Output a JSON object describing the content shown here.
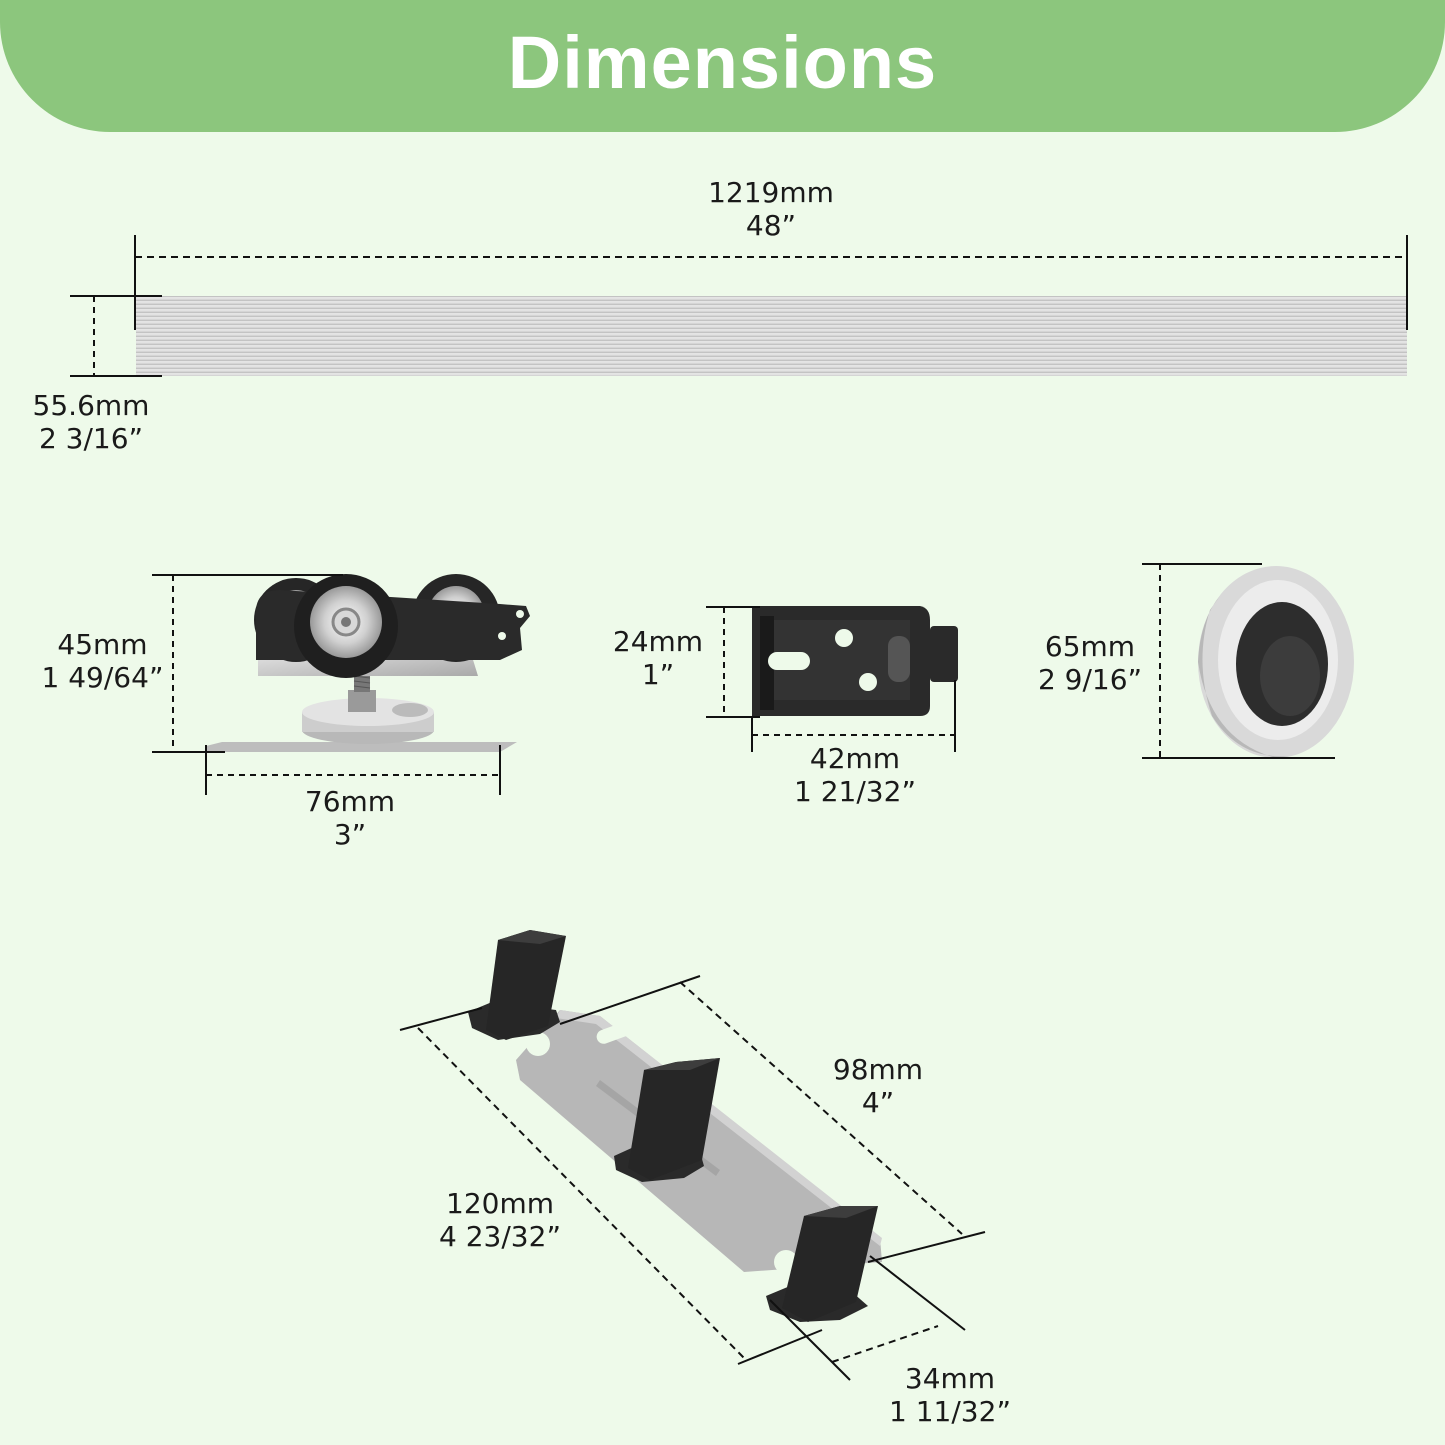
{
  "title": "Dimensions",
  "dimensions": {
    "rail_length": {
      "mm": "1219mm",
      "inch": "48”"
    },
    "rail_height": {
      "mm": "55.6mm",
      "inch": "2 3/16”"
    },
    "roller_height": {
      "mm": "45mm",
      "inch": "1 49/64”"
    },
    "roller_width": {
      "mm": "76mm",
      "inch": "3”"
    },
    "stopper_height": {
      "mm": "24mm",
      "inch": "1”"
    },
    "stopper_width": {
      "mm": "42mm",
      "inch": "1 21/32”"
    },
    "handle_diameter": {
      "mm": "65mm",
      "inch": "2 9/16”"
    },
    "guide_spacing": {
      "mm": "98mm",
      "inch": "4”"
    },
    "guide_length": {
      "mm": "120mm",
      "inch": "4 23/32”"
    },
    "guide_width": {
      "mm": "34mm",
      "inch": "1 11/32”"
    }
  },
  "colors": {
    "background": "#eefaea",
    "banner": "#8cc67d",
    "hardware_black": "#222222",
    "hardware_silver": "#c9c9c9"
  }
}
